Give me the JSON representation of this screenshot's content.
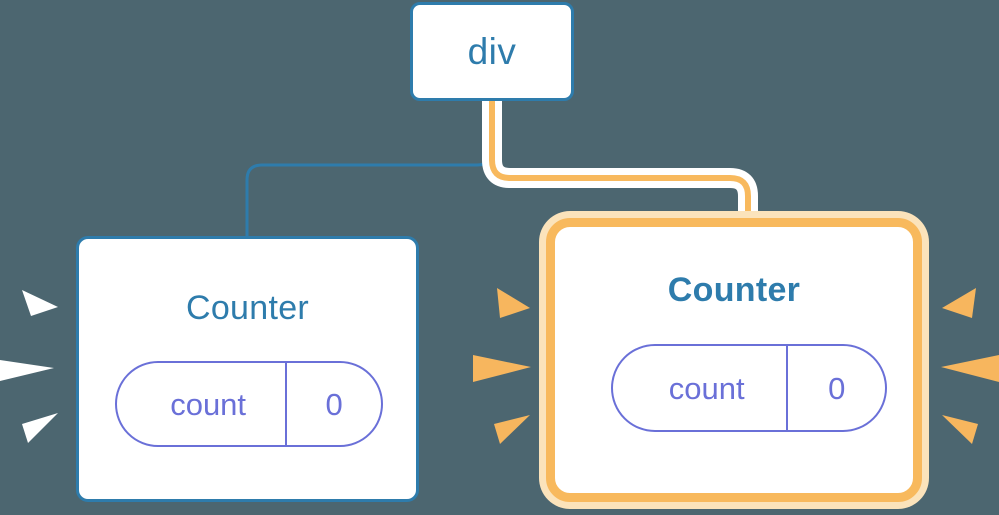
{
  "diagram": {
    "background_color": "#4c6670",
    "root": {
      "label": "div",
      "border_color": "#2e7cac",
      "text_color": "#2e7cac"
    },
    "nodes": [
      {
        "id": "counter-left",
        "title": "Counter",
        "highlighted": false,
        "border_color": "#2e7cac",
        "title_weight": "regular",
        "state": {
          "key": "count",
          "value": "0",
          "accent_color": "#6a70d8"
        },
        "rays": {
          "color": "#ffffff",
          "count": 3,
          "position": "left-of-node"
        },
        "edge": {
          "from": "div",
          "color": "#2e7cac",
          "style": "plain"
        }
      },
      {
        "id": "counter-right",
        "title": "Counter",
        "highlighted": true,
        "border_color": "#f8b95d",
        "glow_color": "#fbe3bb",
        "title_weight": "bold",
        "state": {
          "key": "count",
          "value": "0",
          "accent_color": "#6a70d8"
        },
        "rays": {
          "color": "#f8b95d",
          "count": 6,
          "position": "both-sides-of-node"
        },
        "edge": {
          "from": "div",
          "color": "#f8b95d",
          "style": "highlighted-with-white-halo"
        }
      }
    ]
  }
}
